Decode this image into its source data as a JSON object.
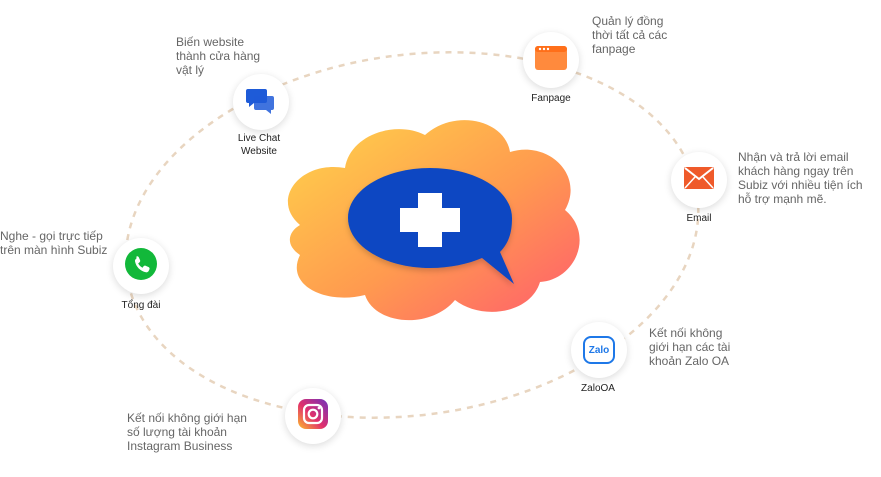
{
  "nodes": {
    "live_chat": {
      "label": "Live Chat\nWebsite",
      "desc": "Biến website\nthành cửa hàng\nvật lý",
      "icon": "chat-bubbles-icon"
    },
    "fanpage": {
      "label": "Fanpage",
      "desc": "Quản lý đồng\nthời tất cả các\nfanpage",
      "icon": "browser-window-icon"
    },
    "email": {
      "label": "Email",
      "desc": "Nhận và trả lời email\nkhách hàng ngay trên\nSubiz với nhiều tiện ích\nhỗ trợ mạnh mẽ.",
      "icon": "envelope-icon"
    },
    "zalo": {
      "label": "ZaloOA",
      "desc": "Kết nối không\ngiới hạn các tài\nkhoản Zalo OA",
      "icon": "zalo-icon",
      "icon_text": "Zalo"
    },
    "instagram": {
      "label": "",
      "desc": "Kết nối không giới hạn\nsố lượng tài khoản\nInstagram Business",
      "icon": "instagram-icon"
    },
    "tong_dai": {
      "label": "Tổng đài",
      "desc": "Nghe - gọi trực tiếp\ntrên màn hình Subiz",
      "icon": "phone-icon"
    }
  },
  "center": {
    "icon": "plus-chat-bubble-icon"
  },
  "colors": {
    "orbit": "#e8d5c0",
    "cloud_start": "#ffd54a",
    "cloud_end": "#ff5b6e",
    "bubble": "#0a47c2",
    "chat_blue": "#1e5bd8",
    "fanpage_orange": "#ff8a3d",
    "email_orange": "#ef5a2a",
    "zalo_blue": "#1e78e8",
    "phone_green": "#12b83a"
  }
}
